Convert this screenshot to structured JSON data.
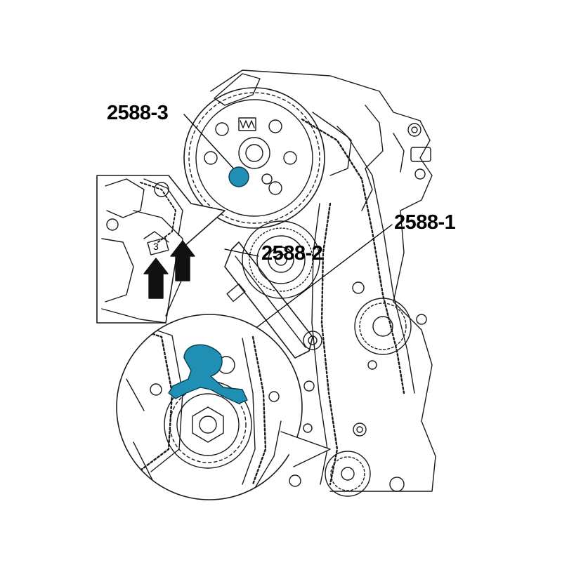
{
  "labels": {
    "tool_3": "2588-3",
    "tool_2": "2588-2",
    "tool_1": "2588-1",
    "detail_mark": "3"
  },
  "colors": {
    "highlight": "#1f8fb3",
    "line": "#1a1a1a",
    "background": "#ffffff"
  }
}
